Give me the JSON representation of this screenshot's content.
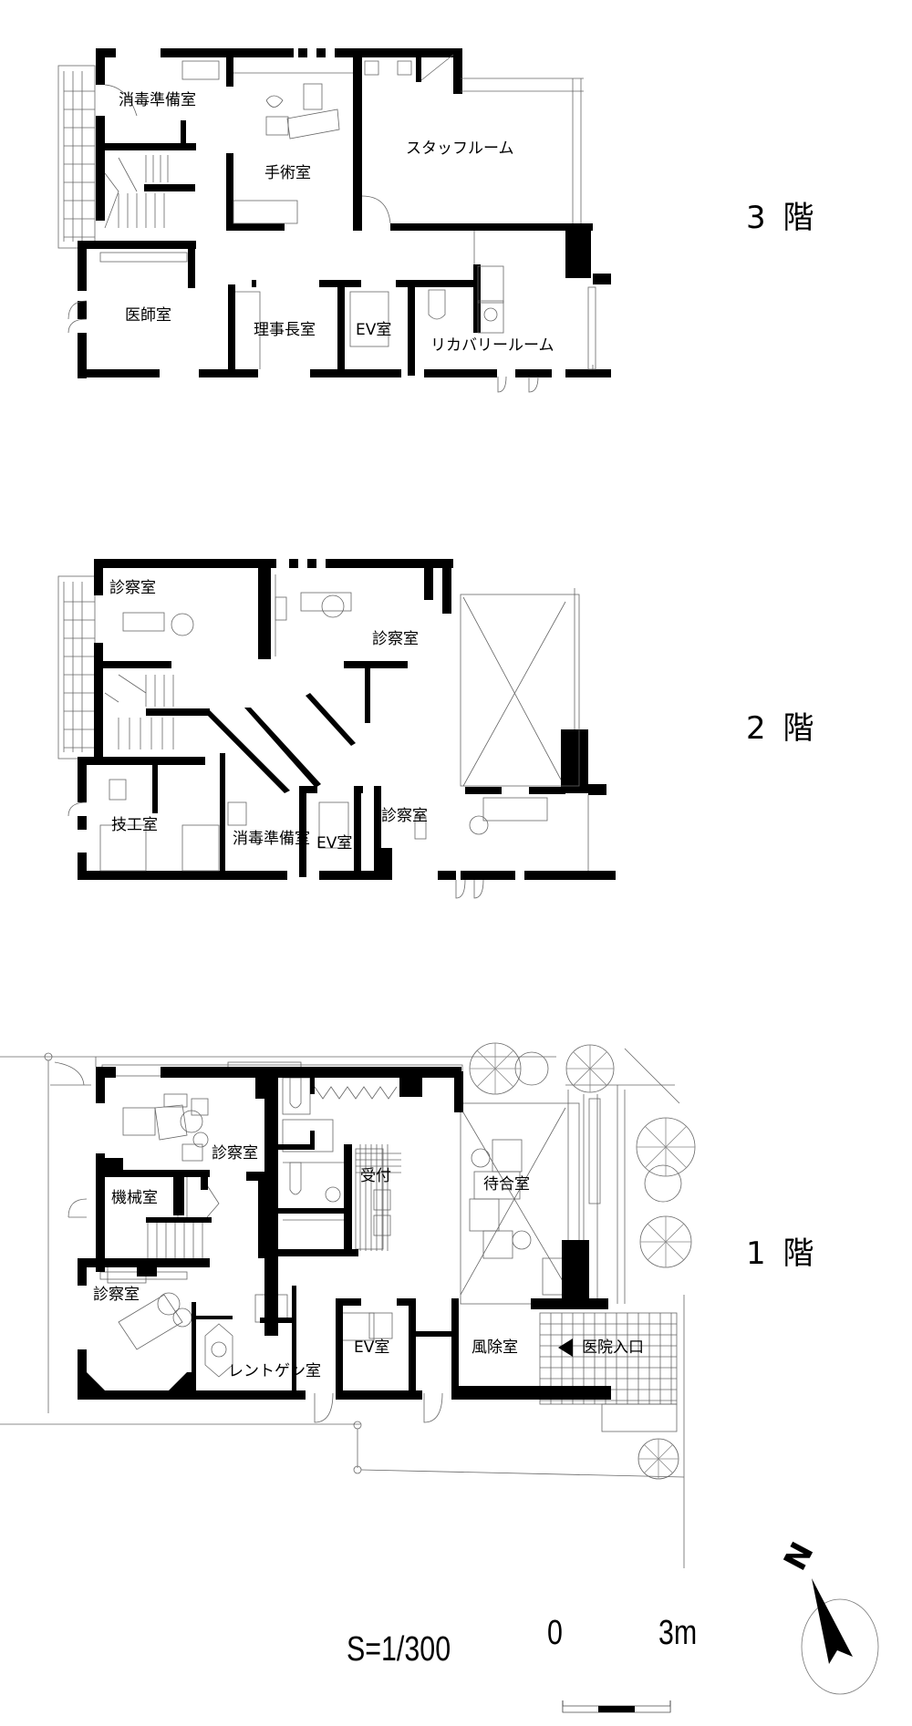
{
  "floors": [
    {
      "label": "3 階",
      "rooms": [
        {
          "id": "sterilization-prep-3f",
          "name": "消毒準備室"
        },
        {
          "id": "operating-room",
          "name": "手術室"
        },
        {
          "id": "staff-room",
          "name": "スタッフルーム"
        },
        {
          "id": "doctors-room",
          "name": "医師室"
        },
        {
          "id": "director-room",
          "name": "理事長室"
        },
        {
          "id": "ev-room-3f",
          "name": "EV室"
        },
        {
          "id": "recovery-room",
          "name": "リカバリールーム"
        }
      ]
    },
    {
      "label": "2 階",
      "rooms": [
        {
          "id": "exam-room-2f-nw",
          "name": "診察室"
        },
        {
          "id": "exam-room-2f-n",
          "name": "診察室"
        },
        {
          "id": "lab-room",
          "name": "技工室"
        },
        {
          "id": "sterilization-prep-2f",
          "name": "消毒準備室"
        },
        {
          "id": "ev-room-2f",
          "name": "EV室"
        },
        {
          "id": "exam-room-2f-se",
          "name": "診察室"
        }
      ]
    },
    {
      "label": "1 階",
      "rooms": [
        {
          "id": "exam-room-1f-n",
          "name": "診察室"
        },
        {
          "id": "reception",
          "name": "受付"
        },
        {
          "id": "waiting-room",
          "name": "待合室"
        },
        {
          "id": "machine-room",
          "name": "機械室"
        },
        {
          "id": "exam-room-1f-sw",
          "name": "診察室"
        },
        {
          "id": "xray-room",
          "name": "レントゲン室"
        },
        {
          "id": "ev-room-1f",
          "name": "EV室"
        },
        {
          "id": "windbreak-room",
          "name": "風除室"
        },
        {
          "id": "clinic-entrance",
          "name": "医院入口"
        }
      ]
    }
  ],
  "legend": {
    "scale": "S=1/300",
    "scale_bar_start": "0",
    "scale_bar_end": "3m",
    "north_label": "N"
  },
  "colors": {
    "wall": "#000000",
    "thin_line": "#666666",
    "background": "#ffffff"
  }
}
